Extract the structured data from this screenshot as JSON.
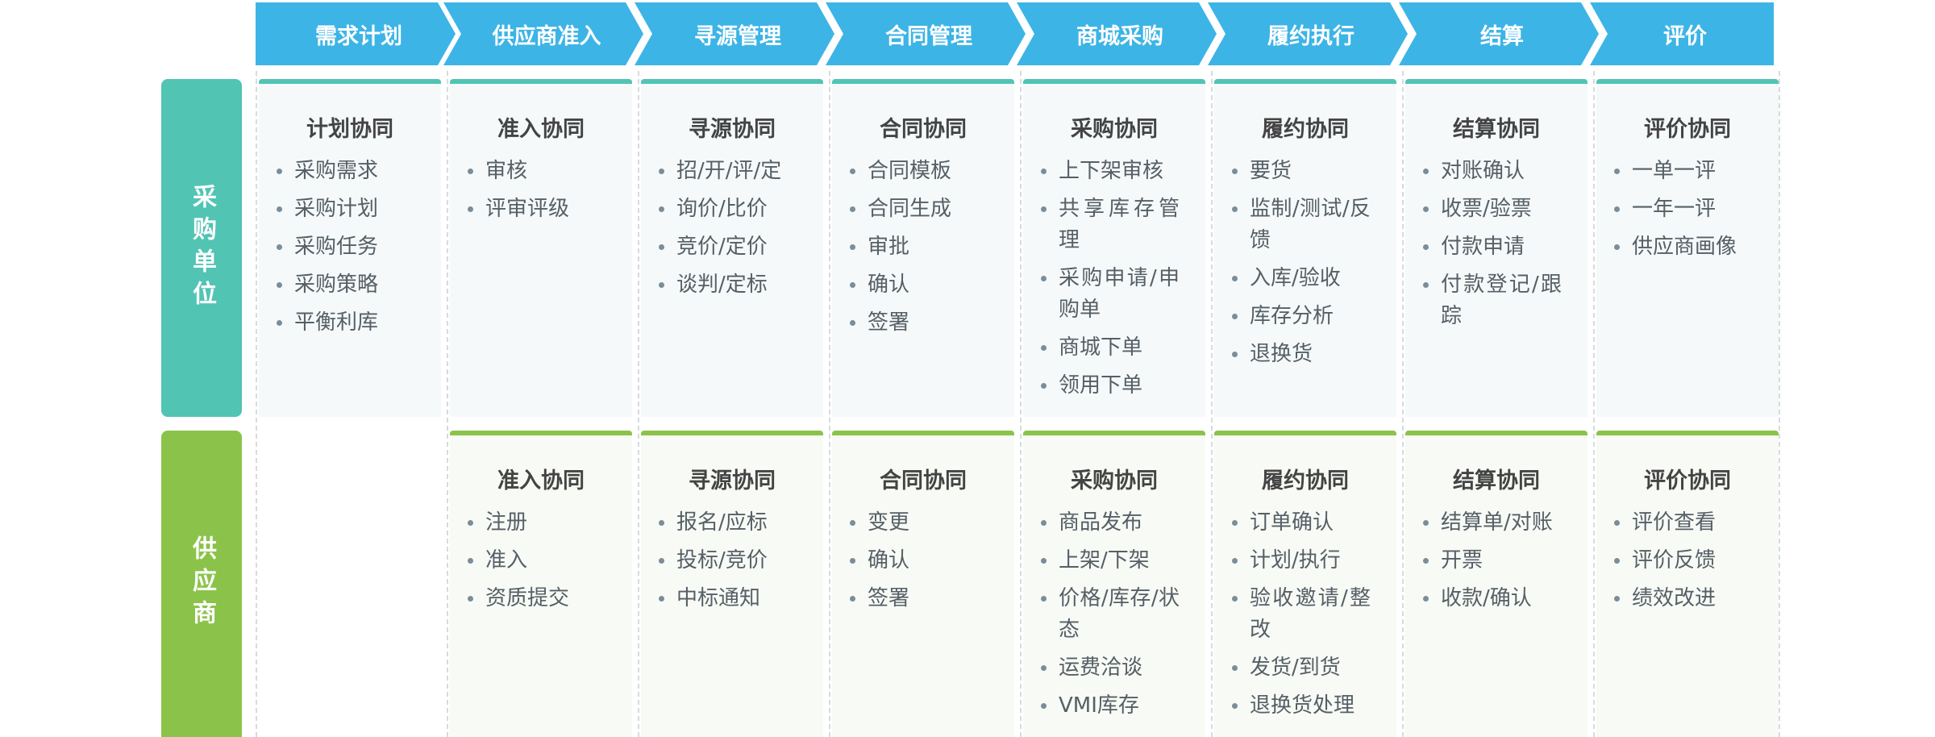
{
  "colors": {
    "header": "#3db4e6",
    "buyer": "#52c4b4",
    "supplier": "#8bc34a",
    "buyer_bg": "#f5f9f9",
    "supplier_bg": "#f8faf5"
  },
  "stages": [
    "需求计划",
    "供应商准入",
    "寻源管理",
    "合同管理",
    "商城采购",
    "履约执行",
    "结算",
    "评价"
  ],
  "rows": [
    {
      "label": "采购单位",
      "cells": [
        {
          "title": "计划协同",
          "items": [
            "采购需求",
            "采购计划",
            "采购任务",
            "采购策略",
            "平衡利库"
          ]
        },
        {
          "title": "准入协同",
          "items": [
            "审核",
            "评审评级"
          ]
        },
        {
          "title": "寻源协同",
          "items": [
            "招/开/评/定",
            "询价/比价",
            "竞价/定价",
            "谈判/定标"
          ]
        },
        {
          "title": "合同协同",
          "items": [
            "合同模板",
            "合同生成",
            "审批",
            "确认",
            "签署"
          ]
        },
        {
          "title": "采购协同",
          "items": [
            "上下架审核",
            "共享库存管理",
            "采购申请/申购单",
            "商城下单",
            "领用下单"
          ]
        },
        {
          "title": "履约协同",
          "items": [
            "要货",
            "监制/测试/反馈",
            "入库/验收",
            "库存分析",
            "退换货"
          ]
        },
        {
          "title": "结算协同",
          "items": [
            "对账确认",
            "收票/验票",
            "付款申请",
            "付款登记/跟踪"
          ]
        },
        {
          "title": "评价协同",
          "items": [
            "一单一评",
            "一年一评",
            "供应商画像"
          ]
        }
      ]
    },
    {
      "label": "供应商",
      "cells": [
        null,
        {
          "title": "准入协同",
          "items": [
            "注册",
            "准入",
            "资质提交"
          ]
        },
        {
          "title": "寻源协同",
          "items": [
            "报名/应标",
            "投标/竞价",
            "中标通知"
          ]
        },
        {
          "title": "合同协同",
          "items": [
            "变更",
            "确认",
            "签署"
          ]
        },
        {
          "title": "采购协同",
          "items": [
            "商品发布",
            "上架/下架",
            "价格/库存/状态",
            "运费洽谈",
            "VMI库存"
          ]
        },
        {
          "title": "履约协同",
          "items": [
            "订单确认",
            "计划/执行",
            "验收邀请/整改",
            "发货/到货",
            "退换货处理"
          ]
        },
        {
          "title": "结算协同",
          "items": [
            "结算单/对账",
            "开票",
            "收款/确认"
          ]
        },
        {
          "title": "评价协同",
          "items": [
            "评价查看",
            "评价反馈",
            "绩效改进"
          ]
        }
      ]
    }
  ]
}
